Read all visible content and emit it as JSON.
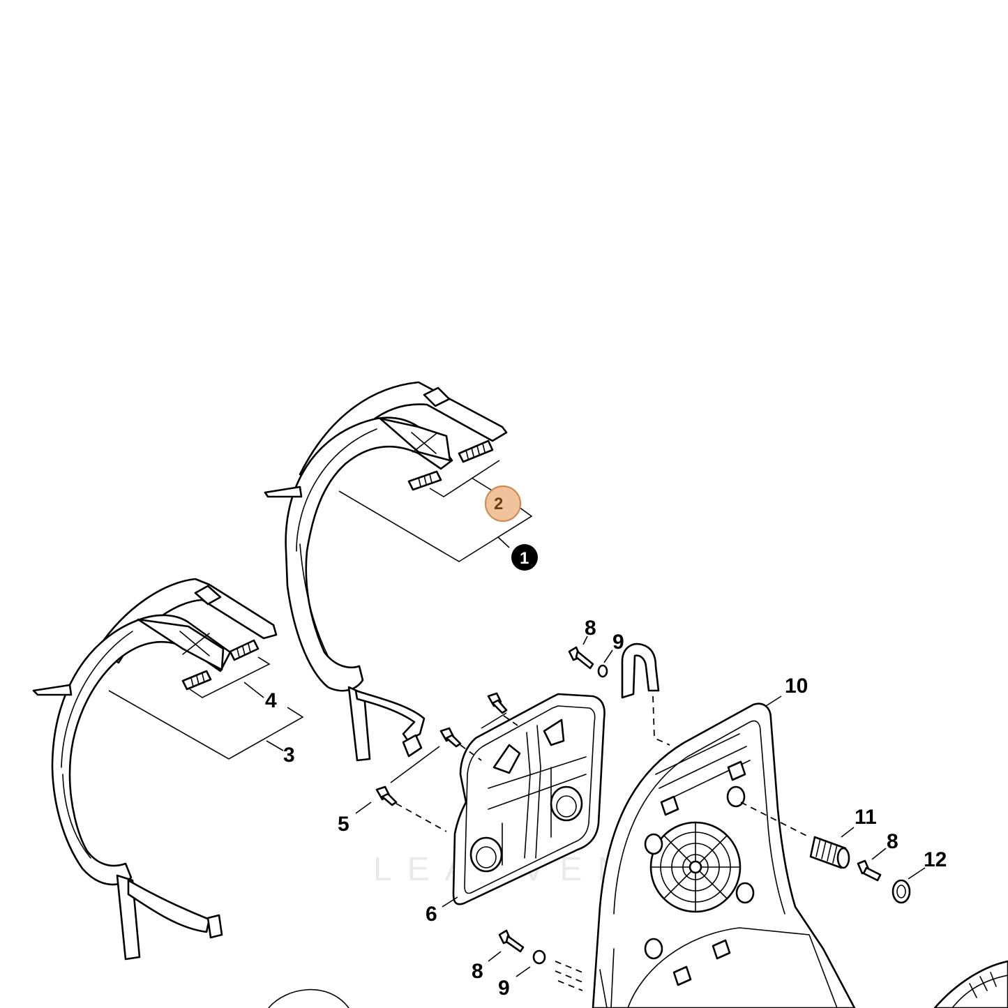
{
  "diagram": {
    "callouts": {
      "c1": "1",
      "c2": "2",
      "c3": "3",
      "c4": "4",
      "c5": "5",
      "c6": "6",
      "c8a": "8",
      "c9a": "9",
      "c10": "10",
      "c11": "11",
      "c8b": "8",
      "c12": "12",
      "c8c": "8",
      "c9c": "9"
    },
    "highlight": {
      "part_number": "2",
      "fill_color": "#f1c39b",
      "stroke_color": "#d18a52"
    },
    "badge_1": {
      "fill_color": "#000000",
      "text_color": "#ffffff"
    },
    "watermark": "LEADVENTU"
  }
}
